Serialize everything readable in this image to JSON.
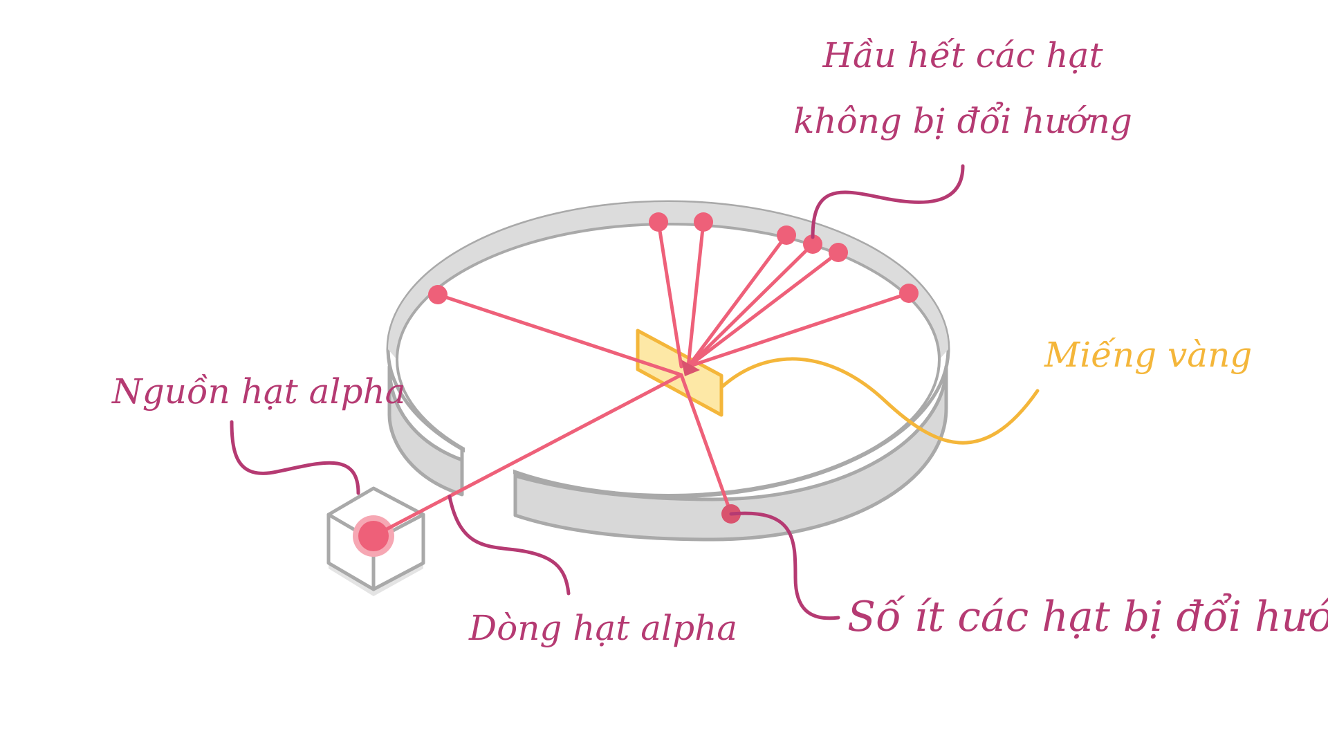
{
  "labels": {
    "most_particles_line1": "Hầu hết các hạt",
    "most_particles_line2": "không bị đổi hướng",
    "gold_foil": "Miếng vàng",
    "alpha_source": "Nguồn hạt alpha",
    "alpha_beam": "Dòng hạt alpha",
    "few_deflected": "Số ít các hạt bị đổi hướng"
  },
  "colors": {
    "label": "#b53a72",
    "gold_label": "#f4b63a",
    "particle": "#ee6079",
    "ring": "#d6d6d6",
    "ring_outline": "#a9a9a9",
    "foil": "#fde8a6",
    "foil_outline": "#f4b63a"
  }
}
